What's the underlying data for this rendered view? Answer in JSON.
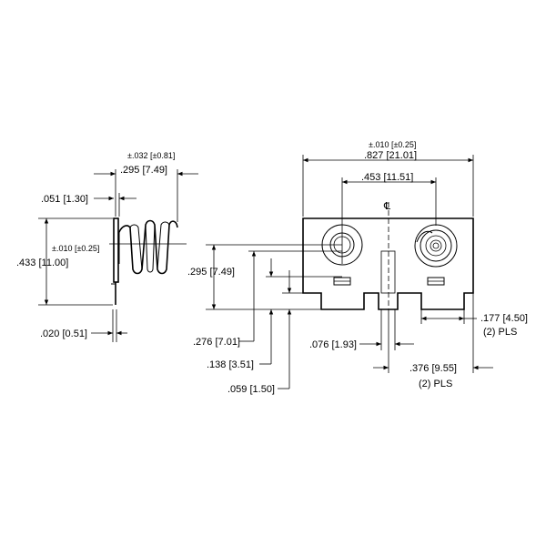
{
  "side_view": {
    "tol_top": "±.032 [±0.81]",
    "dim_length": ".295 [7.49]",
    "dim_thickness": ".051 [1.30]",
    "tol_mid": "±.010 [±0.25]",
    "dim_height": ".433 [11.00]",
    "dim_tab": ".020 [0.51]"
  },
  "front_view": {
    "tol_top": "±.010 [±0.25]",
    "dim_width": ".827 [21.01]",
    "dim_spacing": ".453 [11.51]",
    "centerline_symbol": "℄",
    "dim_contact_height": ".295 [7.49]",
    "dim_slot_width": ".177 [4.50]",
    "pls_1": "(2) PLS",
    "dim_276": ".276 [7.01]",
    "dim_076": ".076 [1.93]",
    "dim_138": ".138 [3.51]",
    "dim_376": ".376 [9.55]",
    "pls_2": "(2) PLS",
    "dim_059": ".059 [1.50]"
  }
}
